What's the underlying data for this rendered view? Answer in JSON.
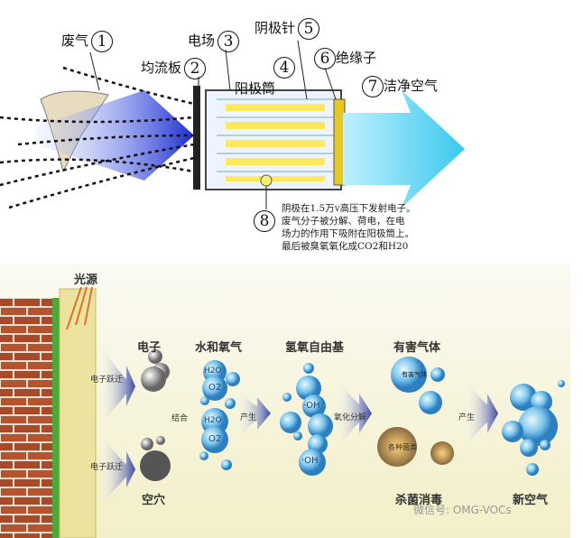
{
  "top_diagram": {
    "labels": [
      {
        "text": "废气",
        "num": "1"
      },
      {
        "text": "均流板",
        "num": "2"
      },
      {
        "text": "电场",
        "num": "3"
      },
      {
        "text": "阳极筒",
        "num": "4"
      },
      {
        "text": "阴极针",
        "num": "5"
      },
      {
        "text": "绝缘子",
        "num": "6"
      },
      {
        "text": "洁净空气",
        "num": "7"
      }
    ],
    "note_num": "8",
    "note_lines": [
      "阴极在1.5万v高压下发射电子。",
      "废气分子被分解、荷电，在电",
      "场力的作用下吸附在阳极筒上。",
      "最后被臭氧氧化成CO2和H20"
    ]
  },
  "bottom_diagram": {
    "light_source": "光源",
    "electron_transition": "电子跃迁",
    "stages": [
      "电子",
      "水和氧气",
      "氢氧自由基",
      "有害气体"
    ],
    "hole": "空穴",
    "combine": "结合",
    "produce": "产生",
    "oxidize": "氧化分解",
    "sterilize": "杀菌消毒",
    "new_air": "新空气",
    "molecules": {
      "h2o": "H2O",
      "o2": "O2",
      "oh": "·OH"
    },
    "harmful_gas": "有害气体",
    "bacteria": "各种菌类",
    "watermark": "微信号: OMG-VOCs"
  },
  "colors": {
    "arrow_blue": "#2a3fc0",
    "clean_air": "#5fd3f0",
    "brick": "#b5532f",
    "bg": "#f7f3df"
  }
}
